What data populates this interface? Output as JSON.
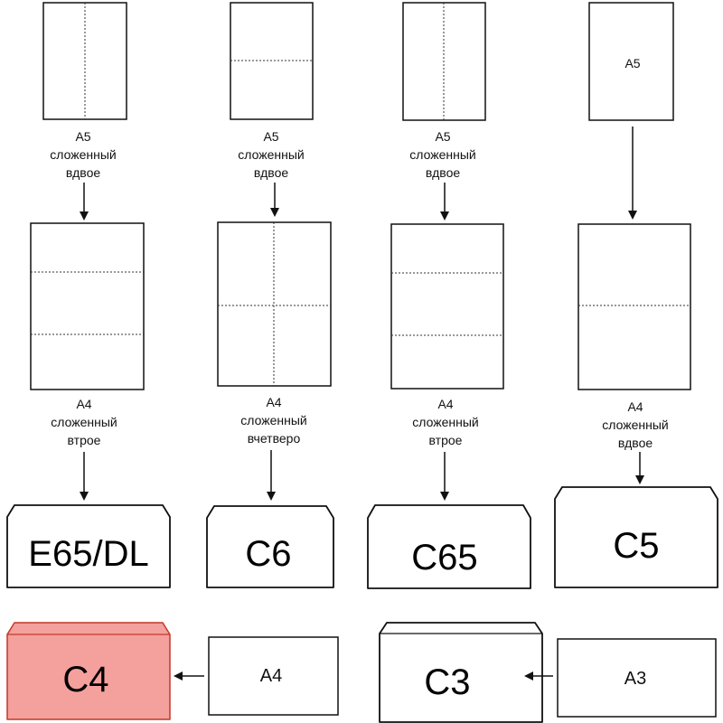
{
  "columns": [
    {
      "source_sheet": "",
      "source_caption": [
        "A5",
        "сложенный",
        "вдвое"
      ],
      "target_caption": [
        "A4",
        "сложенный",
        "втрое"
      ],
      "envelope": "E65/DL"
    },
    {
      "source_sheet": "",
      "source_caption": [
        "A5",
        "сложенный",
        "вдвое"
      ],
      "target_caption": [
        "A4",
        "сложенный",
        "вчетверо"
      ],
      "envelope": "C6"
    },
    {
      "source_sheet": "",
      "source_caption": [
        "A5",
        "сложенный",
        "вдвое"
      ],
      "target_caption": [
        "A4",
        "сложенный",
        "втрое"
      ],
      "envelope": "C65"
    },
    {
      "source_sheet": "A5",
      "source_caption": [],
      "target_caption": [
        "A4",
        "сложенный",
        "вдвое"
      ],
      "envelope": "C5"
    }
  ],
  "bottom_row": [
    {
      "envelope": "C4",
      "sheet": "A4",
      "highlighted": true
    },
    {
      "envelope": "C3",
      "sheet": "A3",
      "highlighted": false
    }
  ],
  "colors": {
    "highlight_fill": "#f4a09c",
    "highlight_stroke": "#c0392b",
    "line": "#111111"
  }
}
